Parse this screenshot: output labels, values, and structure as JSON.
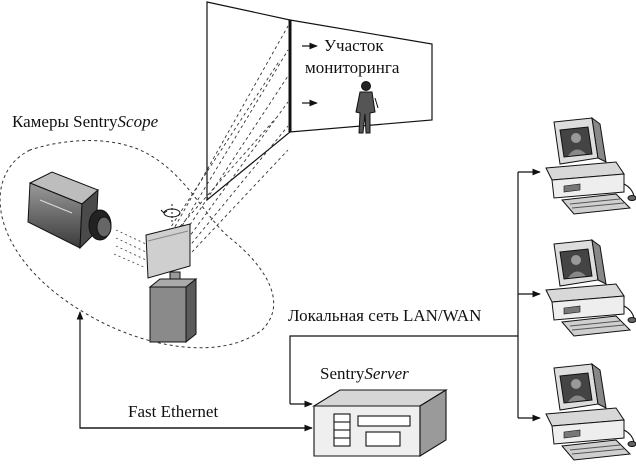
{
  "labels": {
    "cameras_prefix": "Камеры Sentry",
    "cameras_suffix": "Scope",
    "zone_line1": "Участок",
    "zone_line2": "мониторинга",
    "network": "Локальная сеть LAN/WAN",
    "server_prefix": "Sentry",
    "server_suffix": "Server",
    "ethernet": "Fast Ethernet"
  }
}
